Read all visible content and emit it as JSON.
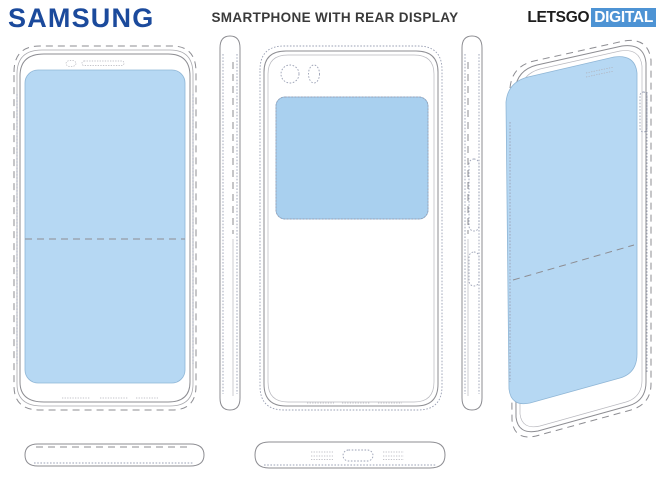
{
  "header": {
    "brand_logo": "SAMSUNG",
    "title": "SMARTPHONE WITH REAR DISPLAY",
    "publisher_prefix": "LETSGO",
    "publisher_suffix": "DIGITAL"
  },
  "colors": {
    "samsung_blue": "#1b4a9c",
    "publisher_badge_blue": "#4d93d4",
    "screen_blue": "#b6d8f3",
    "screen_blue_dark": "#a9d0ef",
    "line_gray": "#8d8d92",
    "background": "#ffffff"
  },
  "figures": [
    {
      "id": "front-view",
      "label": "Front view with full-screen display",
      "elements": [
        "front-display",
        "earpiece-speaker",
        "front-camera",
        "screen-fold-line",
        "bottom-speaker-grille"
      ]
    },
    {
      "id": "left-side-view",
      "label": "Left side profile view",
      "elements": [
        "side-seam-dashed"
      ]
    },
    {
      "id": "rear-view",
      "label": "Rear view with secondary rear display",
      "elements": [
        "rear-display",
        "rear-camera-lens",
        "rear-flash-sensor"
      ]
    },
    {
      "id": "right-side-view",
      "label": "Right side profile view with buttons",
      "elements": [
        "volume-rocker-button",
        "power-button",
        "side-seam-dashed"
      ]
    },
    {
      "id": "perspective-view",
      "label": "Angled perspective view of front display",
      "elements": [
        "front-display",
        "earpiece-speaker",
        "screen-fold-line",
        "side-button"
      ]
    },
    {
      "id": "top-edge-view",
      "label": "Top edge view",
      "elements": [
        "edge-seam-dashed"
      ]
    },
    {
      "id": "bottom-edge-view",
      "label": "Bottom edge view",
      "elements": [
        "speaker-grille-left",
        "usb-c-port",
        "speaker-grille-right"
      ]
    }
  ]
}
